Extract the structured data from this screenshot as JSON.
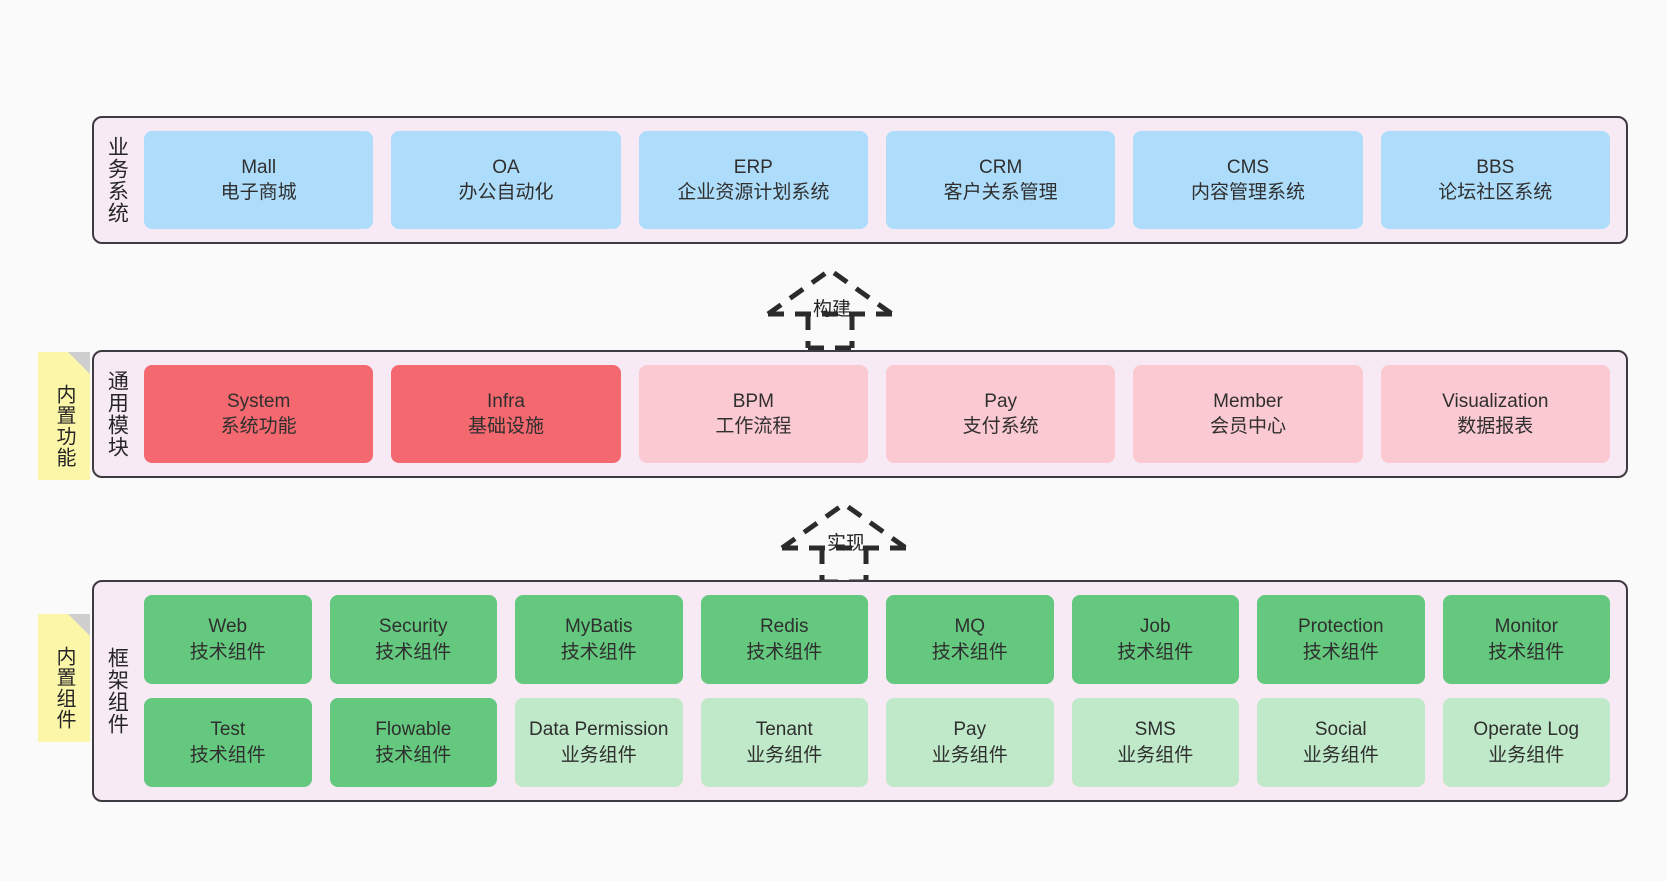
{
  "diagram": {
    "title": "System Architecture Layers",
    "colors": {
      "blue": "#aeddfb",
      "red": "#f4696f",
      "pink": "#fbc9d2",
      "green": "#64c97e",
      "light_green": "#bfe9c8",
      "panel_bg": "#f7eaf4",
      "panel_border": "#3f3a42",
      "note_bg": "#fcf7a8",
      "note_fold": "#cfcfcf",
      "canvas_bg": "#fafafa"
    }
  },
  "layers": [
    {
      "key": "business",
      "title": "业务系统",
      "rows": [
        {
          "cards": [
            {
              "en": "Mall",
              "cn": "电子商城",
              "color": "blue"
            },
            {
              "en": "OA",
              "cn": "办公自动化",
              "color": "blue"
            },
            {
              "en": "ERP",
              "cn": "企业资源计划系统",
              "color": "blue"
            },
            {
              "en": "CRM",
              "cn": "客户关系管理",
              "color": "blue"
            },
            {
              "en": "CMS",
              "cn": "内容管理系统",
              "color": "blue"
            },
            {
              "en": "BBS",
              "cn": "论坛社区系统",
              "color": "blue"
            }
          ]
        }
      ]
    },
    {
      "key": "common",
      "title": "通用模块",
      "note": "内置功能",
      "rows": [
        {
          "cards": [
            {
              "en": "System",
              "cn": "系统功能",
              "color": "red"
            },
            {
              "en": "Infra",
              "cn": "基础设施",
              "color": "red"
            },
            {
              "en": "BPM",
              "cn": "工作流程",
              "color": "pink"
            },
            {
              "en": "Pay",
              "cn": "支付系统",
              "color": "pink"
            },
            {
              "en": "Member",
              "cn": "会员中心",
              "color": "pink"
            },
            {
              "en": "Visualization",
              "cn": "数据报表",
              "color": "pink"
            }
          ]
        }
      ]
    },
    {
      "key": "framework",
      "title": "框架组件",
      "note": "内置组件",
      "rows": [
        {
          "cards": [
            {
              "en": "Web",
              "cn": "技术组件",
              "color": "green"
            },
            {
              "en": "Security",
              "cn": "技术组件",
              "color": "green"
            },
            {
              "en": "MyBatis",
              "cn": "技术组件",
              "color": "green"
            },
            {
              "en": "Redis",
              "cn": "技术组件",
              "color": "green"
            },
            {
              "en": "MQ",
              "cn": "技术组件",
              "color": "green"
            },
            {
              "en": "Job",
              "cn": "技术组件",
              "color": "green"
            },
            {
              "en": "Protection",
              "cn": "技术组件",
              "color": "green"
            },
            {
              "en": "Monitor",
              "cn": "技术组件",
              "color": "green"
            }
          ]
        },
        {
          "cards": [
            {
              "en": "Test",
              "cn": "技术组件",
              "color": "green"
            },
            {
              "en": "Flowable",
              "cn": "技术组件",
              "color": "green"
            },
            {
              "en": "Data Permission",
              "cn": "业务组件",
              "color": "light_green"
            },
            {
              "en": "Tenant",
              "cn": "业务组件",
              "color": "light_green"
            },
            {
              "en": "Pay",
              "cn": "业务组件",
              "color": "light_green"
            },
            {
              "en": "SMS",
              "cn": "业务组件",
              "color": "light_green"
            },
            {
              "en": "Social",
              "cn": "业务组件",
              "color": "light_green"
            },
            {
              "en": "Operate Log",
              "cn": "业务组件",
              "color": "light_green"
            }
          ]
        }
      ]
    }
  ],
  "connectors": [
    {
      "key": "build",
      "label": "构建"
    },
    {
      "key": "implement",
      "label": "实现"
    }
  ]
}
